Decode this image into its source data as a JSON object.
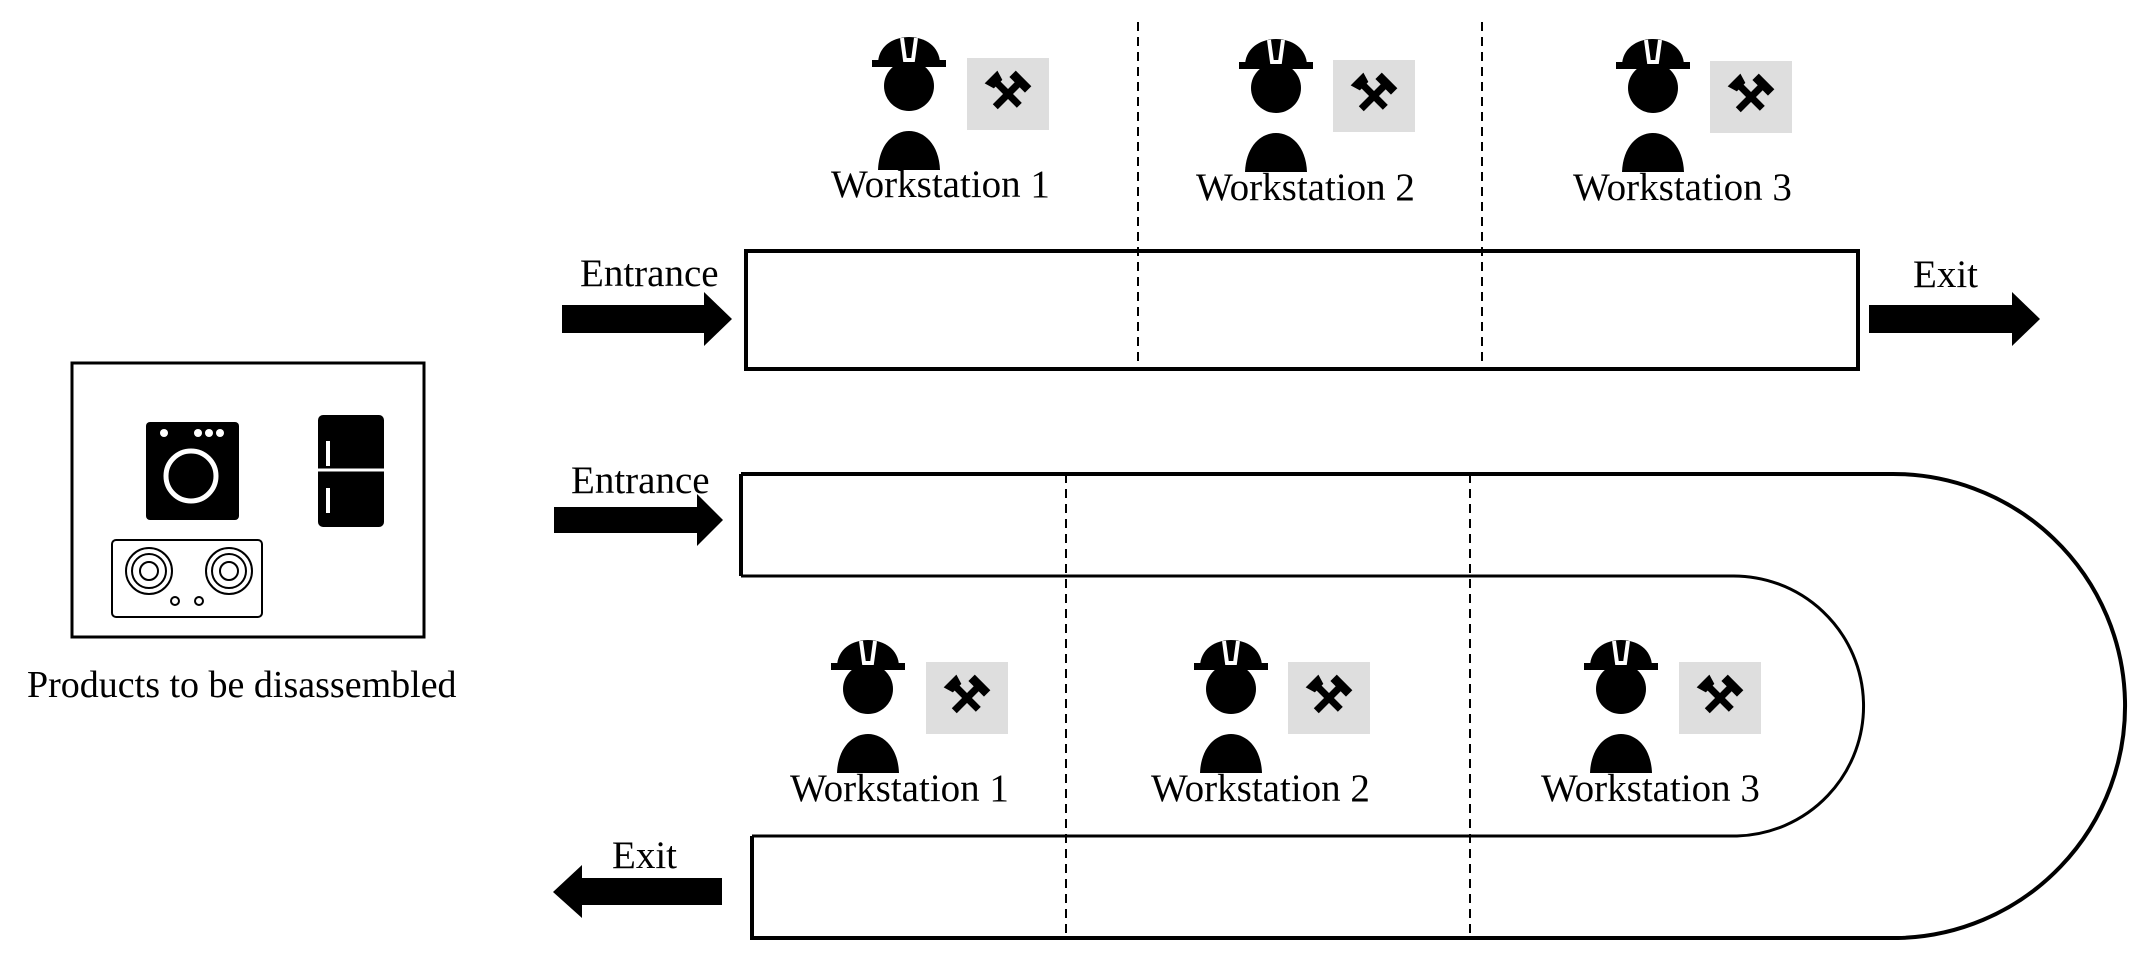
{
  "products": {
    "caption": "Products to be disassembled",
    "icons": [
      "washing-machine-icon",
      "refrigerator-icon",
      "gas-stove-icon"
    ]
  },
  "straight_line": {
    "entrance_label": "Entrance",
    "exit_label": "Exit",
    "workstations": [
      {
        "label": "Workstation 1",
        "icons": [
          "worker-icon",
          "tools-icon"
        ]
      },
      {
        "label": "Workstation 2",
        "icons": [
          "worker-icon",
          "tools-icon"
        ]
      },
      {
        "label": "Workstation 3",
        "icons": [
          "worker-icon",
          "tools-icon"
        ]
      }
    ]
  },
  "u_line": {
    "entrance_label": "Entrance",
    "exit_label": "Exit",
    "workstations": [
      {
        "label": "Workstation 1",
        "icons": [
          "worker-icon",
          "tools-icon"
        ]
      },
      {
        "label": "Workstation 2",
        "icons": [
          "worker-icon",
          "tools-icon"
        ]
      },
      {
        "label": "Workstation 3",
        "icons": [
          "worker-icon",
          "tools-icon"
        ]
      }
    ]
  },
  "colors": {
    "ink": "#000000",
    "tool_box": "#dedede"
  }
}
